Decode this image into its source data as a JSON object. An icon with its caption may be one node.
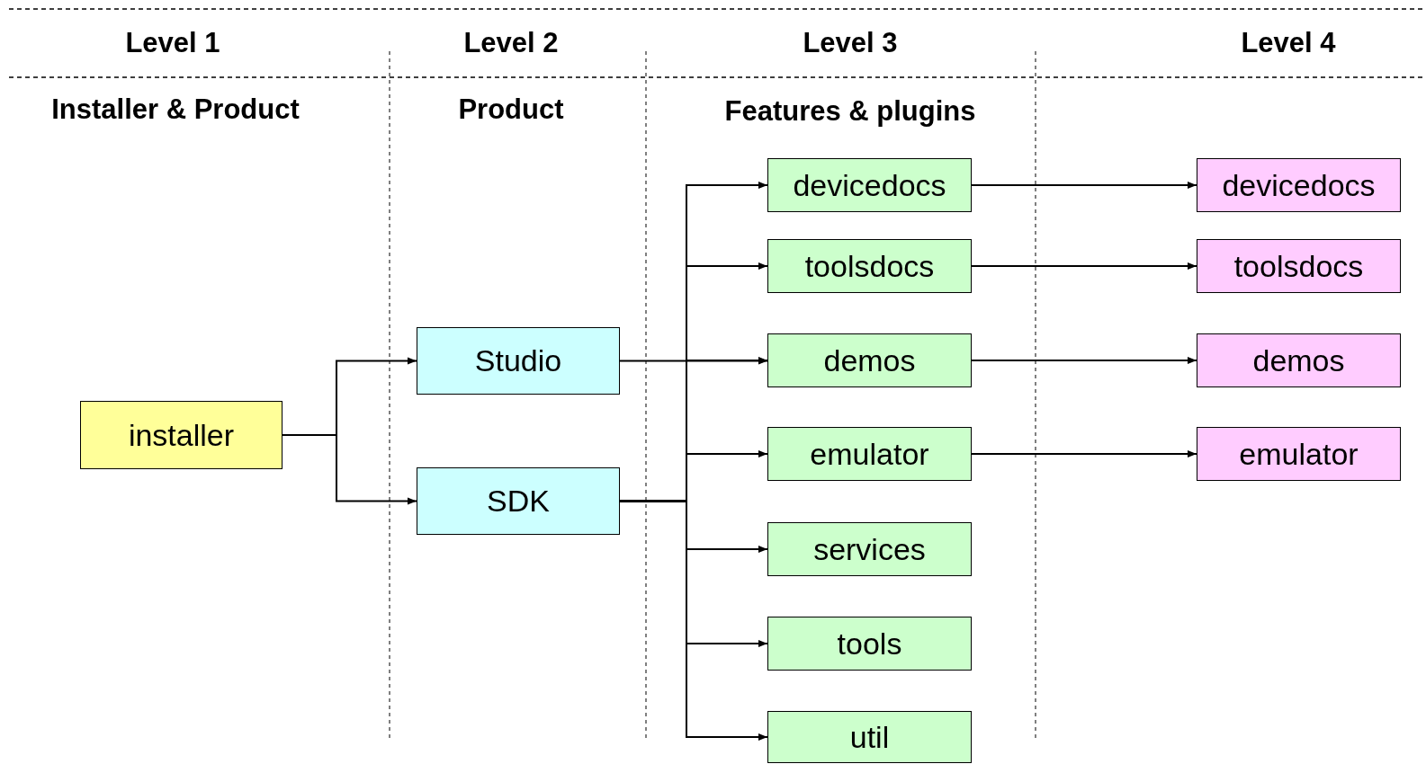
{
  "diagram": {
    "nodes": [
      {
        "text": [
          "installer"
        ]
      },
      {
        "text": [
          "Studio"
        ]
      },
      {
        "text": [
          "SDK"
        ]
      },
      {
        "text": [
          "devicedocs"
        ]
      },
      {
        "text": [
          "toolsdocs"
        ]
      },
      {
        "text": [
          "demos"
        ]
      },
      {
        "text": [
          "emulator"
        ]
      },
      {
        "text": [
          "services"
        ]
      },
      {
        "text": [
          "tools"
        ]
      },
      {
        "text": [
          "util"
        ]
      },
      {
        "text": [
          "devicedocs"
        ]
      },
      {
        "text": [
          "toolsdocs"
        ]
      },
      {
        "text": [
          "demos"
        ]
      },
      {
        "text": [
          "emulator"
        ]
      }
    ],
    "edges": [
      {
        "from": 0,
        "to": 1,
        "arrow": "to"
      },
      {
        "from": 0,
        "to": 2,
        "arrow": "to"
      },
      {
        "from": 1,
        "to": 5,
        "arrow": "to"
      },
      {
        "from": 2,
        "to": 3,
        "arrow": "to"
      },
      {
        "from": 2,
        "to": 4,
        "arrow": "to"
      },
      {
        "from": 2,
        "to": 5,
        "arrow": "to"
      },
      {
        "from": 2,
        "to": 6,
        "arrow": "to"
      },
      {
        "from": 2,
        "to": 7,
        "arrow": "to"
      },
      {
        "from": 2,
        "to": 8,
        "arrow": "to"
      },
      {
        "from": 2,
        "to": 9,
        "arrow": "to"
      },
      {
        "from": 3,
        "to": 10,
        "arrow": "to"
      },
      {
        "from": 4,
        "to": 11,
        "arrow": "to"
      },
      {
        "from": 5,
        "to": 12,
        "arrow": "to"
      },
      {
        "from": 6,
        "to": 13,
        "arrow": "to"
      }
    ],
    "labels": [
      "Level 1",
      "Level 2",
      "Level 3",
      "Level 4",
      "Installer & Product",
      "Product",
      "Features & plugins"
    ]
  }
}
